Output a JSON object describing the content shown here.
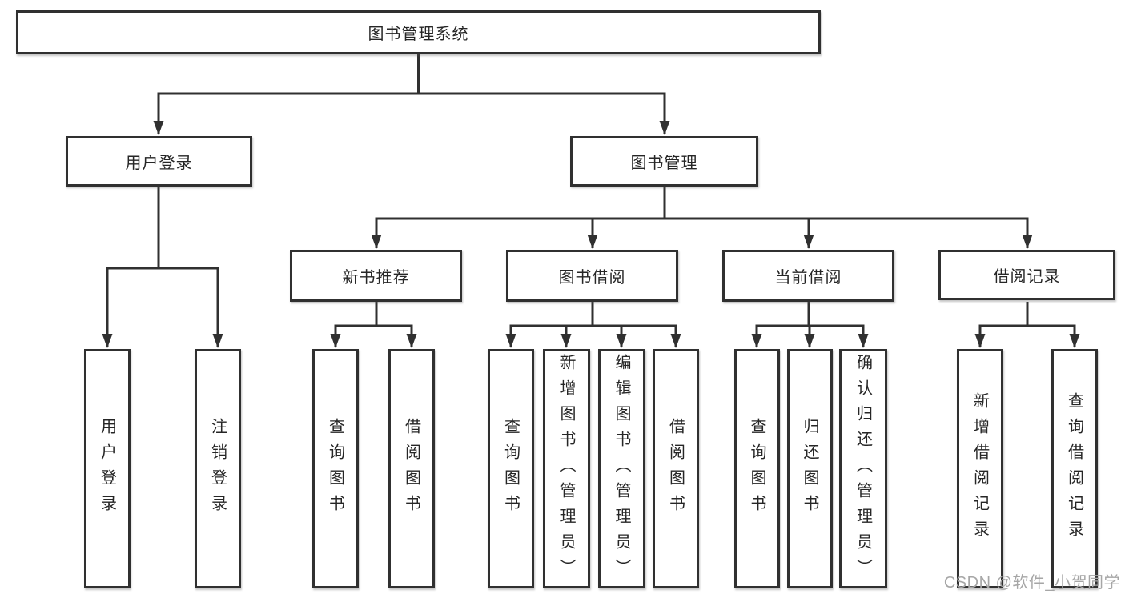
{
  "diagram": {
    "title_node": "图书管理系统",
    "root": {
      "label": "图书管理系统"
    },
    "branches": [
      {
        "label": "用户登录",
        "children": [
          {
            "label": "用户登录"
          },
          {
            "label": "注销登录"
          }
        ]
      },
      {
        "label": "图书管理",
        "children": [
          {
            "label": "新书推荐",
            "children": [
              {
                "label": "查询图书"
              },
              {
                "label": "借阅图书"
              }
            ]
          },
          {
            "label": "图书借阅",
            "children": [
              {
                "label": "查询图书"
              },
              {
                "label": "新增图书（管理员）"
              },
              {
                "label": "编辑图书（管理员）"
              },
              {
                "label": "借阅图书"
              }
            ]
          },
          {
            "label": "当前借阅",
            "children": [
              {
                "label": "查询图书"
              },
              {
                "label": "归还图书"
              },
              {
                "label": "确认归还（管理员）"
              }
            ]
          },
          {
            "label": "借阅记录",
            "children": [
              {
                "label": "新增借阅记录"
              },
              {
                "label": "查询借阅记录"
              }
            ]
          }
        ]
      }
    ],
    "colors": {
      "line": "#303030",
      "text": "#262626",
      "box_background": "#ffffff",
      "page_background": "#ffffff"
    }
  },
  "watermark": {
    "text": "CSDN @软件_小贺同学",
    "color": "#a6a6a6"
  }
}
